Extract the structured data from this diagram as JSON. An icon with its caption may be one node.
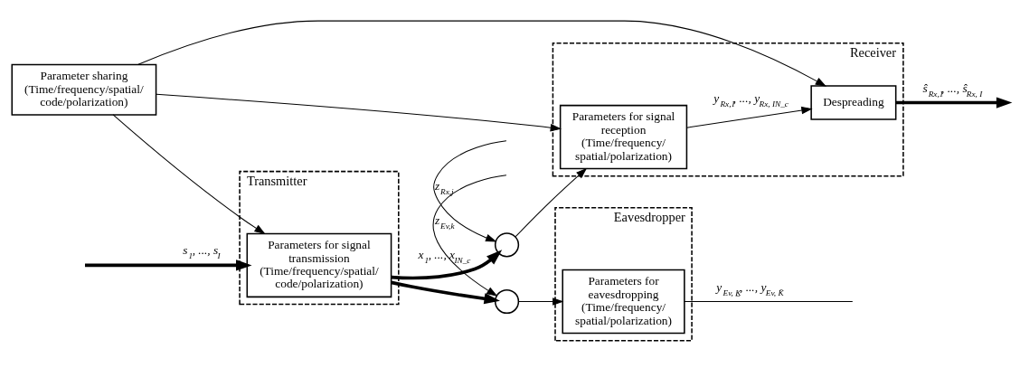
{
  "diagram": {
    "nodes": [
      {
        "text": [
          "Transmitter"
        ]
      },
      {
        "text": [
          "Parameters for signal transmission (Time/frequency/spatial/ code/polarization)"
        ],
        "in": 0
      },
      {
        "text": [
          "Parameter sharing (Time/frequency/spatial/ code/polarization)"
        ]
      },
      {
        "text": [],
        "shape": "circle"
      },
      {
        "text": [
          "Receiver"
        ]
      },
      {
        "text": [
          "Parameters for signal reception (Time/frequency/ spatial/polarization)"
        ],
        "in": 4
      },
      {
        "text": [
          "Despreading"
        ],
        "in": 4
      },
      {
        "text": [
          "Eavesdropper"
        ]
      },
      {
        "text": [
          "Parameters for eavesdropping (Time/frequency/ spatial/polarization)"
        ],
        "in": 7
      },
      {
        "text": [],
        "shape": "circle"
      }
    ],
    "edges": [
      {
        "from": null,
        "to": 1,
        "arrow": "to",
        "label": "s$_{1}$, ..., s$_{I}$",
        "style": "thick"
      },
      {
        "from": 1,
        "to": 3,
        "arrow": "to",
        "label": "x$_{1}$, ..., x$_{IN_c}$",
        "style": "thick"
      },
      {
        "from": 1,
        "to": 9,
        "arrow": "to",
        "style": "thick"
      },
      {
        "from": 3,
        "to": 5,
        "arrow": "to"
      },
      {
        "from": null,
        "to": 3,
        "arrow": "to",
        "label": "z$_{Rx,j}$"
      },
      {
        "from": null,
        "to": 9,
        "arrow": "to",
        "label": "z$_{Ev,k}$"
      },
      {
        "from": 9,
        "to": 8,
        "arrow": "to"
      },
      {
        "from": 5,
        "to": 6,
        "arrow": "to",
        "label": "y$_{Rx,1}$, ..., y$_{Rx, IN_c}$"
      },
      {
        "from": 6,
        "to": null,
        "arrow": "to",
        "label": "ŝ$_{Rx,1}$, ..., ŝ$_{Rx, I}$",
        "style": "thick"
      },
      {
        "from": 8,
        "to": null,
        "arrow": "none",
        "label": "y$_{Ev, K̲}$, ..., y$_{Ev, K̄}$"
      },
      {
        "from": 2,
        "to": 1,
        "arrow": "to"
      },
      {
        "from": 2,
        "to": 5,
        "arrow": "to"
      },
      {
        "from": 2,
        "to": 6,
        "arrow": "to"
      }
    ]
  }
}
